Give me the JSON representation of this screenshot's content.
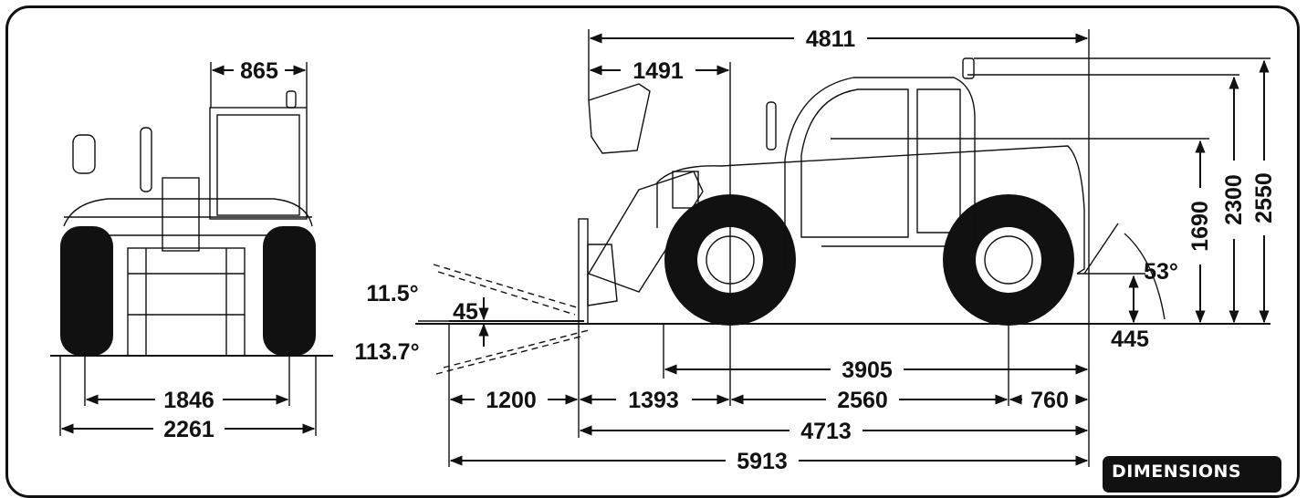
{
  "badge": "DIMENSIONS",
  "dimensions": {
    "cab_width": "865",
    "track": "1846",
    "overall_width": "2261",
    "overall_length_to_carriage": "4811",
    "carriage_reach": "1491",
    "height_steering_wheel": "1690",
    "height_cab": "2300",
    "height_beacon": "2550",
    "departure_angle": "53°",
    "ground_clearance": "445",
    "fork_tilt_up": "11.5°",
    "fork_thickness": "45",
    "fork_tilt_down": "113.7°",
    "length_without_forks": "3905",
    "fork_length": "1200",
    "front_overhang": "1393",
    "wheelbase": "2560",
    "rear_overhang": "760",
    "length_to_fork_face": "4713",
    "overall_length": "5913"
  }
}
